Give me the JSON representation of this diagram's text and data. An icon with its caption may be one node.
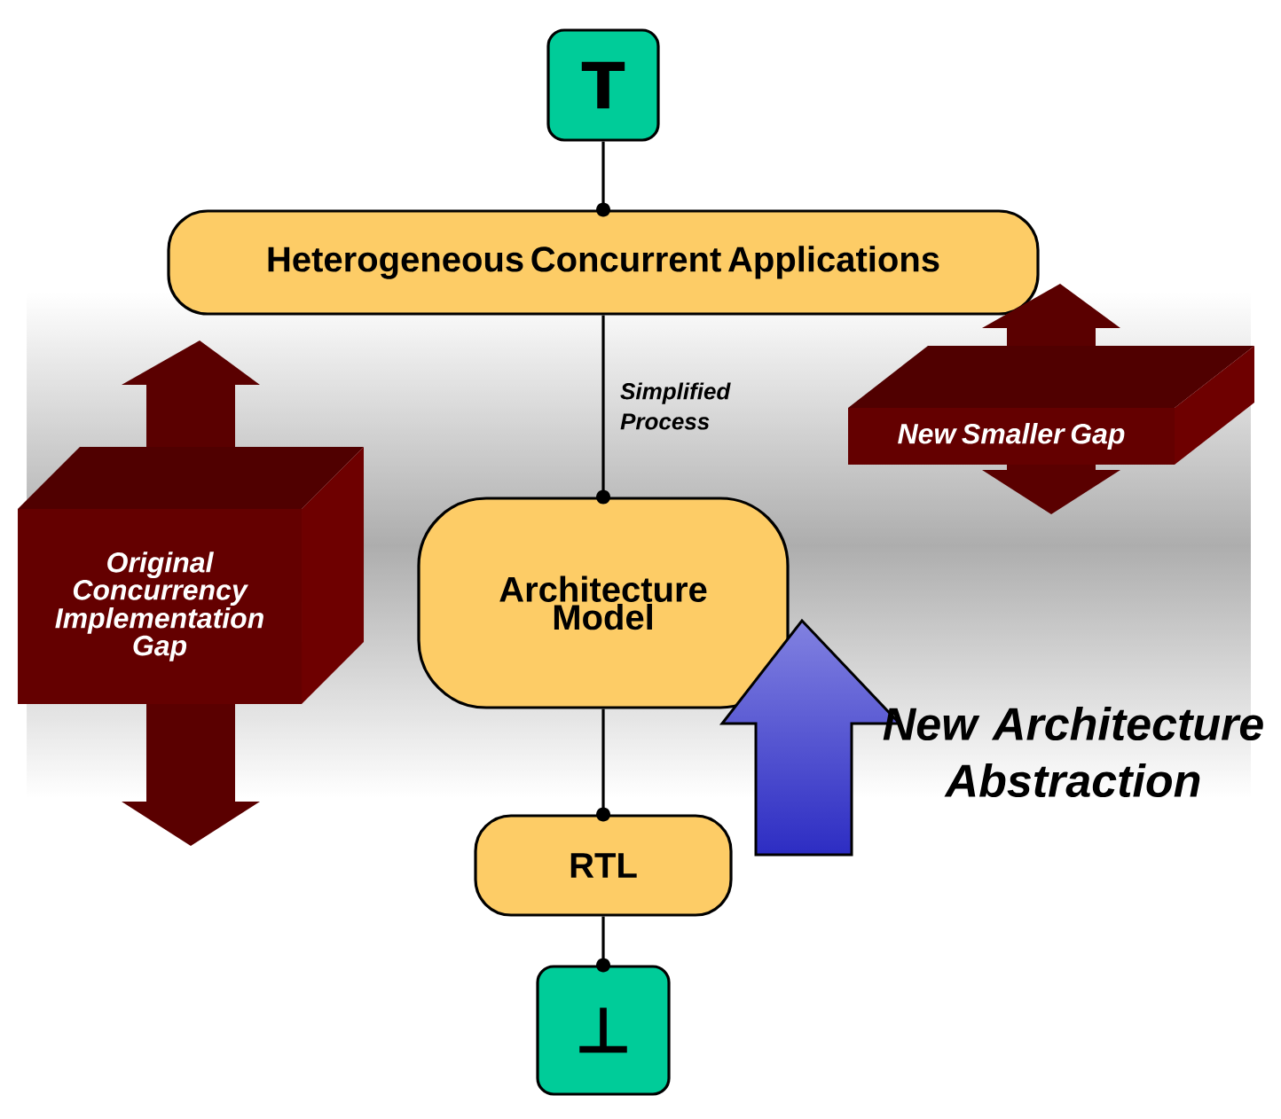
{
  "diagram": {
    "nodes": [
      {
        "text": [
          "T"
        ]
      },
      {
        "text": [
          "Heterogeneous Concurrent Applications"
        ]
      },
      {
        "text": [
          "Architecture Model"
        ]
      },
      {
        "text": [
          "RTL"
        ]
      },
      {
        "text": [
          "⊥"
        ]
      },
      {
        "text": [
          "Original Concurrency Implementation Gap"
        ]
      },
      {
        "text": [
          "New Smaller Gap"
        ]
      }
    ],
    "edges": [
      {
        "from": 0,
        "to": 1,
        "arrow": "other"
      },
      {
        "from": 1,
        "to": 2,
        "arrow": "other",
        "label": "Simplified Process"
      },
      {
        "from": 2,
        "to": 3,
        "arrow": "other"
      },
      {
        "from": 3,
        "to": 4,
        "arrow": "other"
      }
    ],
    "labels": [
      "New Architecture Abstraction"
    ]
  }
}
